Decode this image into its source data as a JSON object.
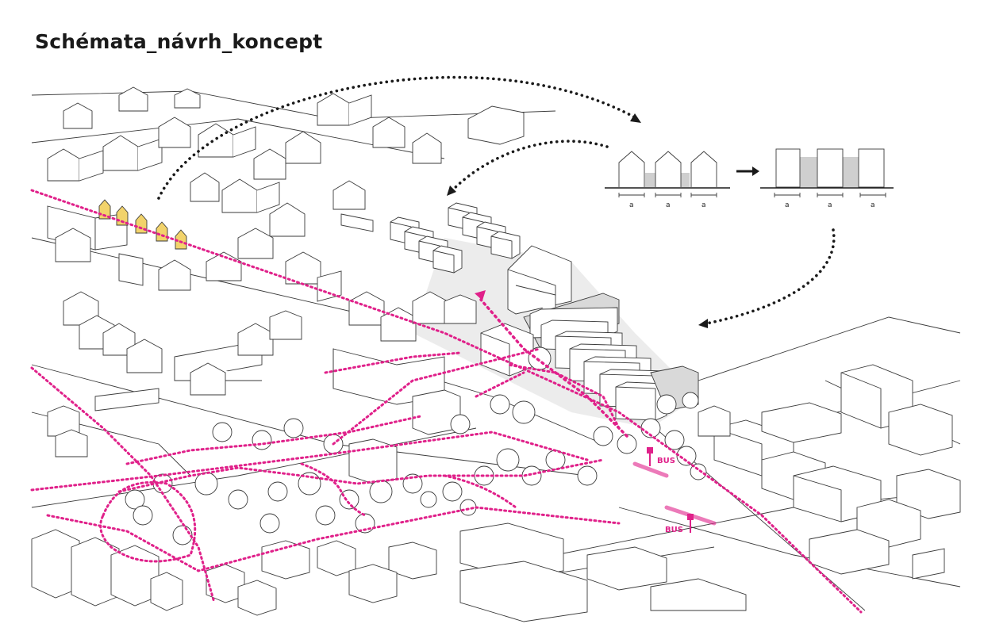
{
  "title": "Schémata_návrh_koncept",
  "colors": {
    "path": "#e0218a",
    "highlight": "#f2d36b",
    "arrow": "#1a1a1a",
    "shade": "#e6e6e6",
    "line": "#3a3a3a"
  },
  "schema": {
    "module_label": "a",
    "before_labels": [
      "a",
      "a",
      "a"
    ],
    "after_labels": [
      "a",
      "a",
      "a"
    ]
  },
  "bus_stops": [
    "BUS",
    "BUS"
  ]
}
